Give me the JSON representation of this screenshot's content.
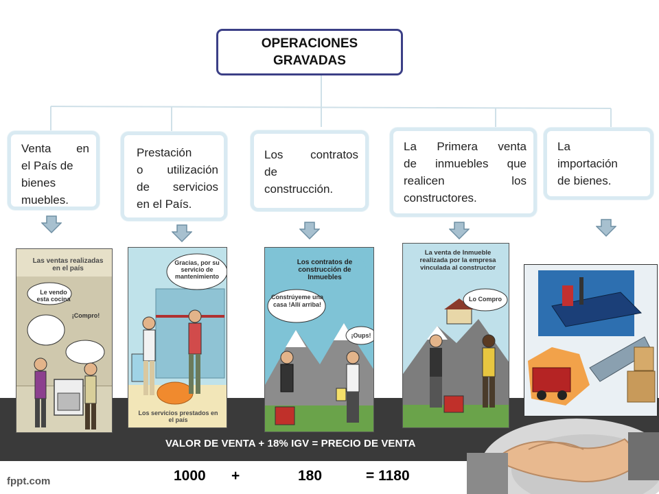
{
  "title": "OPERACIONES GRAVADAS",
  "cards": [
    {
      "lines": [
        "Venta en",
        "el País de",
        "bienes",
        "muebles."
      ]
    },
    {
      "lines": [
        "Prestación",
        "o utilización",
        "de servicios",
        "en el País."
      ]
    },
    {
      "lines": [
        "Los contratos",
        "de",
        "construcción."
      ]
    },
    {
      "lines": [
        "La Primera venta",
        "de inmuebles que",
        "realicen los",
        "constructores."
      ]
    },
    {
      "lines": [
        "La",
        "importación",
        "de bienes."
      ]
    }
  ],
  "panels": [
    {
      "caption": "Las ventas realizadas en el país",
      "bubble1": "Le vendo esta cocina",
      "bubble2": "¡Compro!"
    },
    {
      "bubble1": "Gracias, por su servicio de mantenimiento",
      "caption": "Los servicios prestados en el país"
    },
    {
      "caption": "Los contratos de construcción de Inmuebles",
      "bubble1": "Constrúyeme una casa !Allí arriba!",
      "bubble2": "¡Oups!"
    },
    {
      "caption": "La venta de Inmueble realizada por la empresa vinculada al constructor",
      "bubble1": "Lo Compro"
    }
  ],
  "formula": "VALOR DE VENTA + 18% IGV = PRECIO DE VENTA",
  "calculation": {
    "a": "1000",
    "plus": "+",
    "b": "180",
    "eq": "= 1180"
  },
  "footer": "fppt.com",
  "colors": {
    "title_border": "#3b3f86",
    "card_border": "#d9eaf2",
    "arrow": "#9fb8c9",
    "band": "#3a3a3a"
  }
}
